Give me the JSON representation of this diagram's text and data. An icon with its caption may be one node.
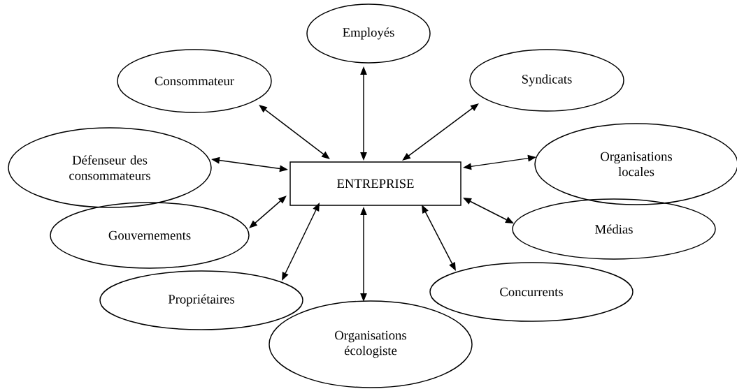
{
  "diagram": {
    "nodes": [
      {
        "text": [
          "Employés"
        ]
      },
      {
        "text": [
          "Consommateur"
        ]
      },
      {
        "text": [
          "Syndicats"
        ]
      },
      {
        "text": [
          "Défenseur des consommateurs"
        ]
      },
      {
        "text": [
          "Organisations locales"
        ]
      },
      {
        "text": [
          "ENTREPRISE"
        ]
      },
      {
        "text": [
          "Gouvernements"
        ]
      },
      {
        "text": [
          "Médias"
        ]
      },
      {
        "text": [
          "Propriétaires"
        ]
      },
      {
        "text": [
          "Concurrents"
        ]
      },
      {
        "text": [
          "Organisations écologiste"
        ]
      }
    ],
    "edges": [
      {
        "from": 5,
        "to": 0,
        "arrow": "both"
      },
      {
        "from": 5,
        "to": 1,
        "arrow": "both"
      },
      {
        "from": 5,
        "to": 2,
        "arrow": "both"
      },
      {
        "from": 5,
        "to": 3,
        "arrow": "both"
      },
      {
        "from": 5,
        "to": 4,
        "arrow": "both"
      },
      {
        "from": 5,
        "to": 6,
        "arrow": "both"
      },
      {
        "from": 5,
        "to": 7,
        "arrow": "both"
      },
      {
        "from": 5,
        "to": 8,
        "arrow": "both"
      },
      {
        "from": 5,
        "to": 9,
        "arrow": "both"
      },
      {
        "from": 5,
        "to": 10,
        "arrow": "both"
      }
    ]
  }
}
